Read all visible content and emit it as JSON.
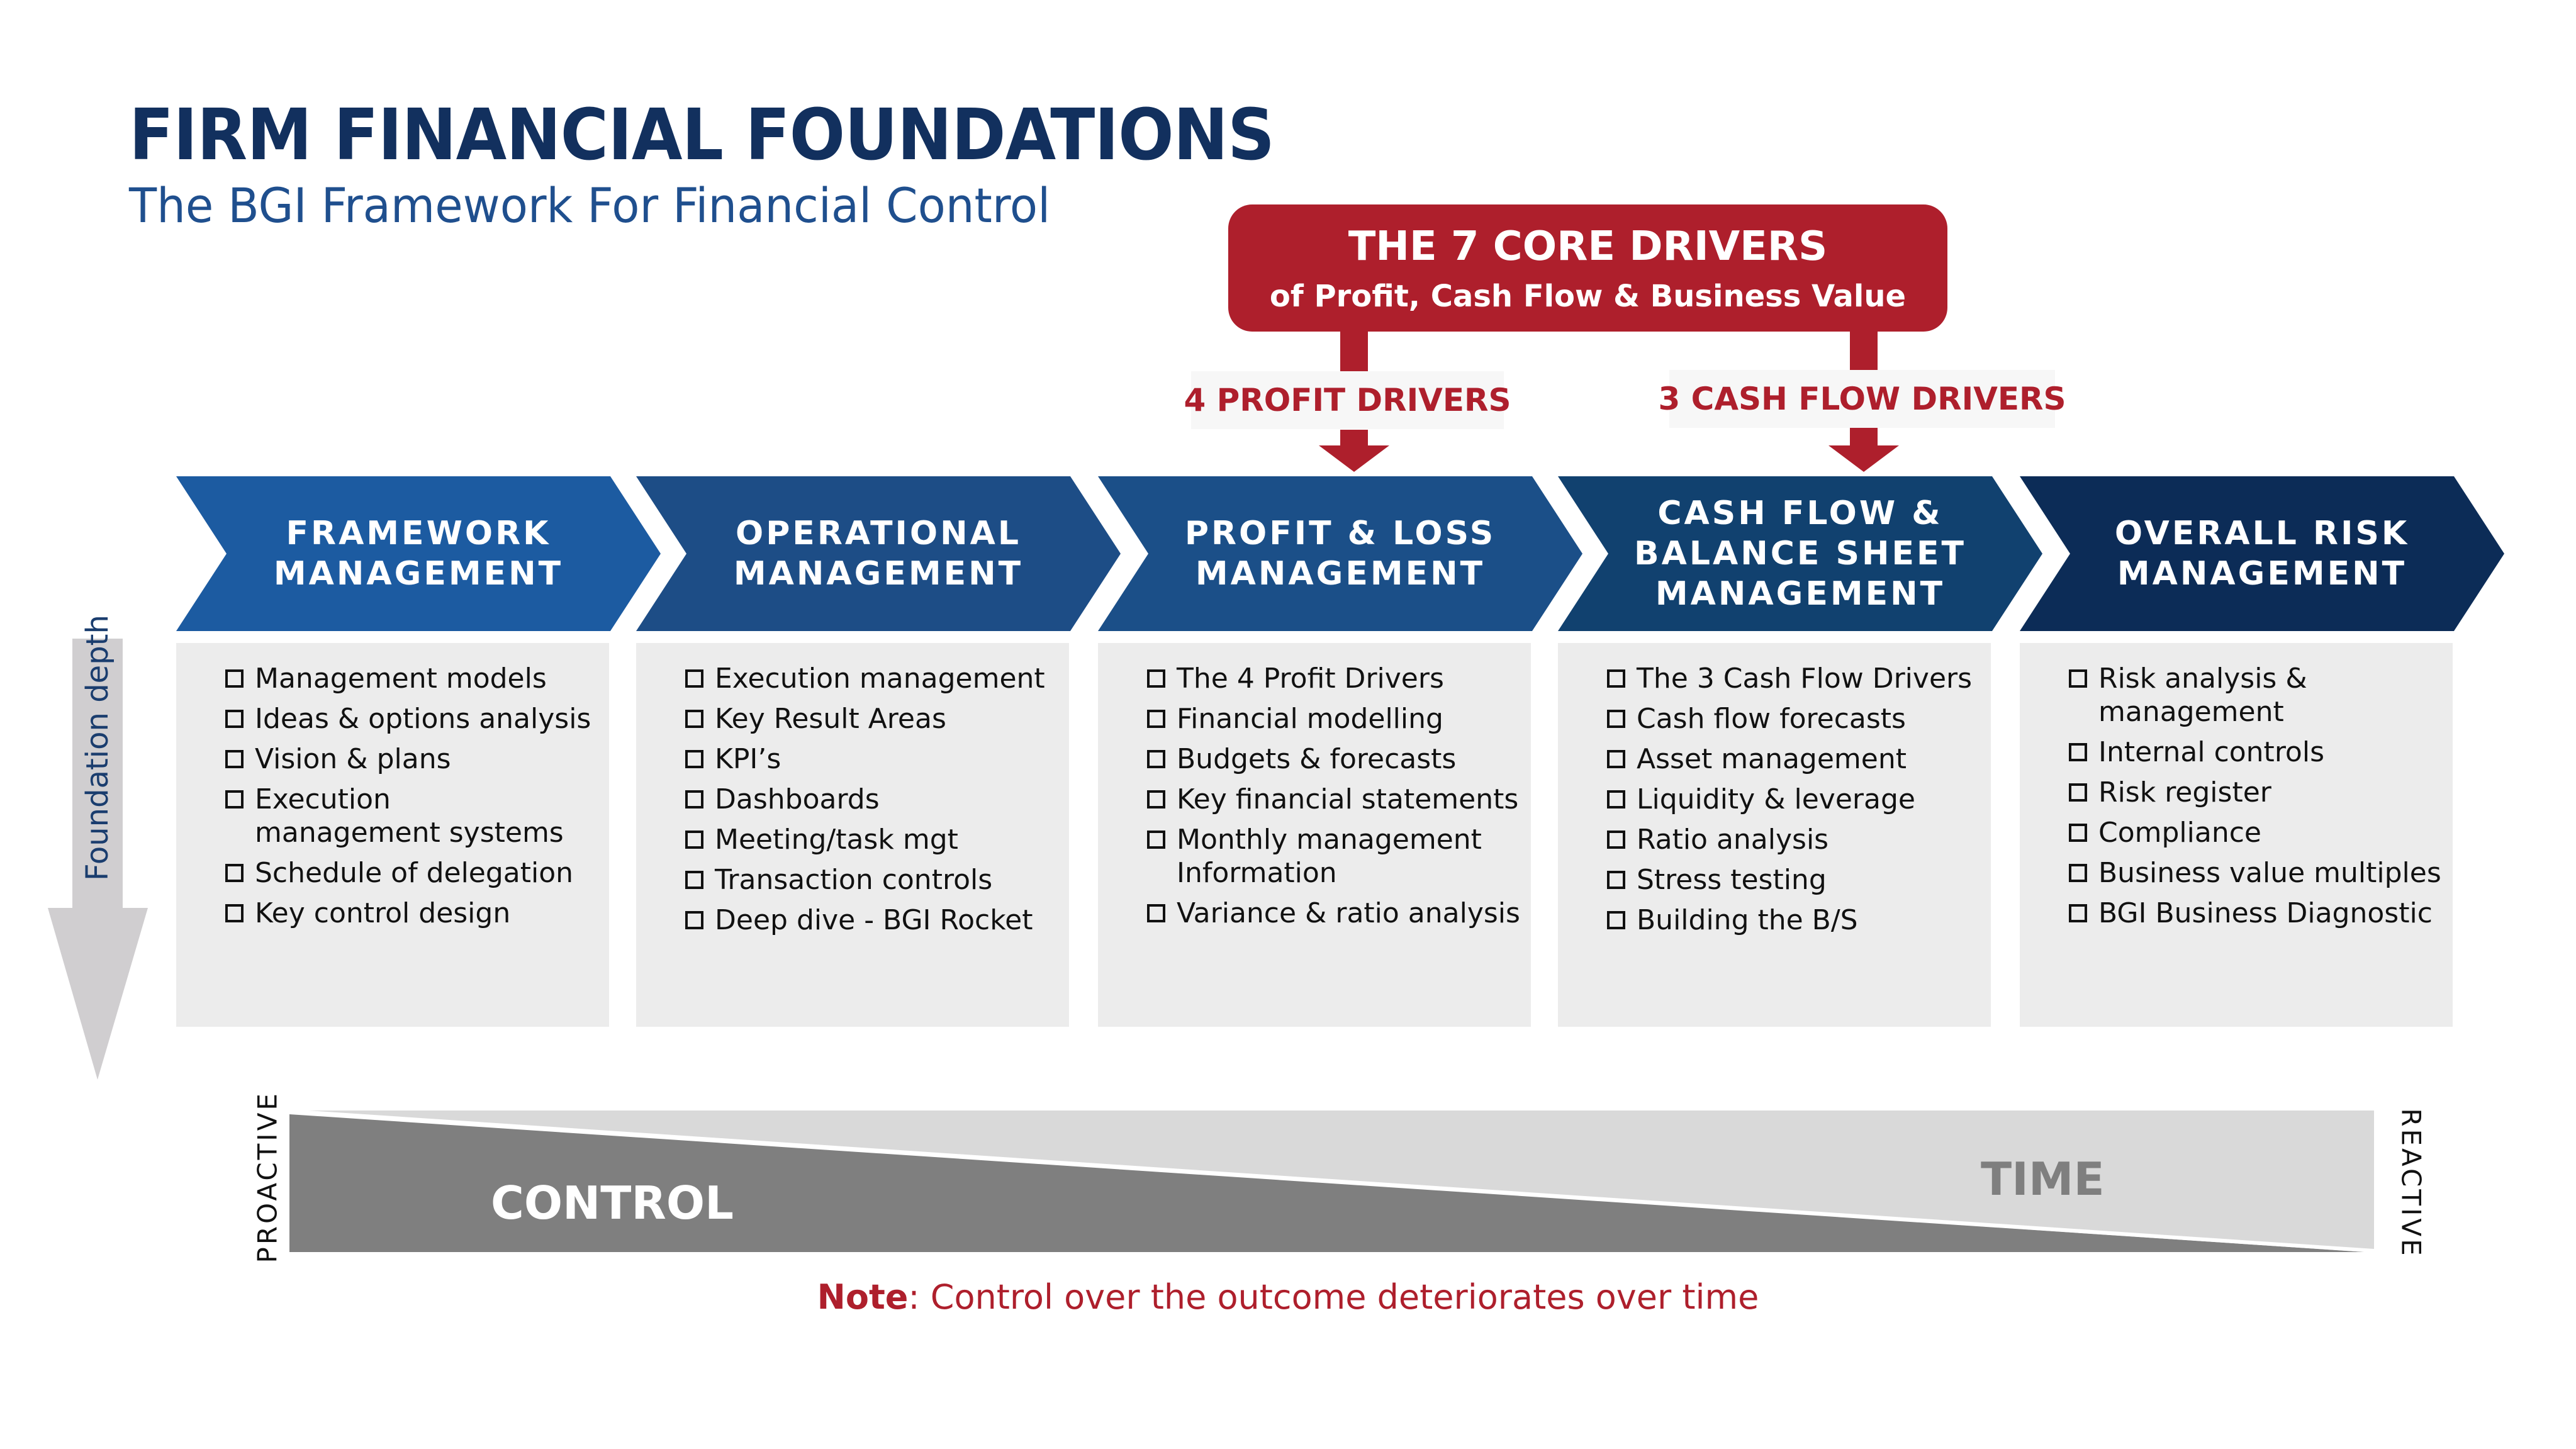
{
  "header": {
    "title": "FIRM FINANCIAL FOUNDATIONS",
    "subtitle": "The BGI Framework For Financial Control"
  },
  "core_drivers": {
    "title": "THE 7 CORE DRIVERS",
    "subtitle": "of Profit, Cash Flow & Business Value",
    "branches": [
      {
        "label": "4 PROFIT DRIVERS"
      },
      {
        "label": "3 CASH FLOW DRIVERS"
      }
    ]
  },
  "colors": {
    "accent_red": "#ae1f2c",
    "title_navy": "#12305e",
    "subtitle_blue": "#1f4f8e",
    "stage_colors": [
      "#1c5ba1",
      "#1d4d86",
      "#1b4f88",
      "#11416f",
      "#0c2c57"
    ],
    "content_bg": "#ececec",
    "control_dark": "#7f7f7f",
    "time_light": "#d9d9d9",
    "foundation_arrow": "#d0ced0"
  },
  "stages": [
    {
      "title_lines": [
        "FRAMEWORK",
        "MANAGEMENT"
      ],
      "items": [
        {
          "lines": [
            "Management models"
          ]
        },
        {
          "lines": [
            "Ideas & options analysis"
          ]
        },
        {
          "lines": [
            "Vision & plans"
          ]
        },
        {
          "lines": [
            "Execution",
            "management systems"
          ]
        },
        {
          "lines": [
            "Schedule of delegation"
          ]
        },
        {
          "lines": [
            "Key control design"
          ]
        }
      ]
    },
    {
      "title_lines": [
        "OPERATIONAL",
        "MANAGEMENT"
      ],
      "items": [
        {
          "lines": [
            "Execution management"
          ]
        },
        {
          "lines": [
            "Key Result Areas"
          ]
        },
        {
          "lines": [
            "KPI’s"
          ]
        },
        {
          "lines": [
            "Dashboards"
          ]
        },
        {
          "lines": [
            "Meeting/task mgt"
          ]
        },
        {
          "lines": [
            "Transaction controls"
          ]
        },
        {
          "lines": [
            "Deep dive - BGI Rocket"
          ]
        }
      ]
    },
    {
      "title_lines": [
        "PROFIT & LOSS",
        "MANAGEMENT"
      ],
      "items": [
        {
          "lines": [
            "The 4 Profit Drivers"
          ]
        },
        {
          "lines": [
            "Financial modelling"
          ]
        },
        {
          "lines": [
            "Budgets & forecasts"
          ]
        },
        {
          "lines": [
            "Key financial statements"
          ]
        },
        {
          "lines": [
            "Monthly management",
            "Information"
          ]
        },
        {
          "lines": [
            "Variance & ratio analysis"
          ]
        }
      ]
    },
    {
      "title_lines": [
        "CASH FLOW &",
        "BALANCE SHEET",
        "MANAGEMENT"
      ],
      "items": [
        {
          "lines": [
            "The 3 Cash Flow Drivers"
          ]
        },
        {
          "lines": [
            "Cash flow forecasts"
          ]
        },
        {
          "lines": [
            "Asset management"
          ]
        },
        {
          "lines": [
            "Liquidity & leverage"
          ]
        },
        {
          "lines": [
            "Ratio analysis"
          ]
        },
        {
          "lines": [
            "Stress testing"
          ]
        },
        {
          "lines": [
            "Building the B/S"
          ]
        }
      ]
    },
    {
      "title_lines": [
        "OVERALL RISK",
        "MANAGEMENT"
      ],
      "items": [
        {
          "lines": [
            "Risk analysis &",
            "management"
          ]
        },
        {
          "lines": [
            "Internal controls"
          ]
        },
        {
          "lines": [
            "Risk register"
          ]
        },
        {
          "lines": [
            "Compliance"
          ]
        },
        {
          "lines": [
            "Business value multiples"
          ]
        },
        {
          "lines": [
            "BGI Business Diagnostic"
          ]
        }
      ]
    }
  ],
  "foundation": {
    "label": "Foundation depth"
  },
  "control_time": {
    "left_label": "PROACTIVE",
    "right_label": "REACTIVE",
    "control_label": "CONTROL",
    "time_label": "TIME"
  },
  "note": {
    "prefix": "Note",
    "text": ": Control over the outcome deteriorates over time"
  }
}
